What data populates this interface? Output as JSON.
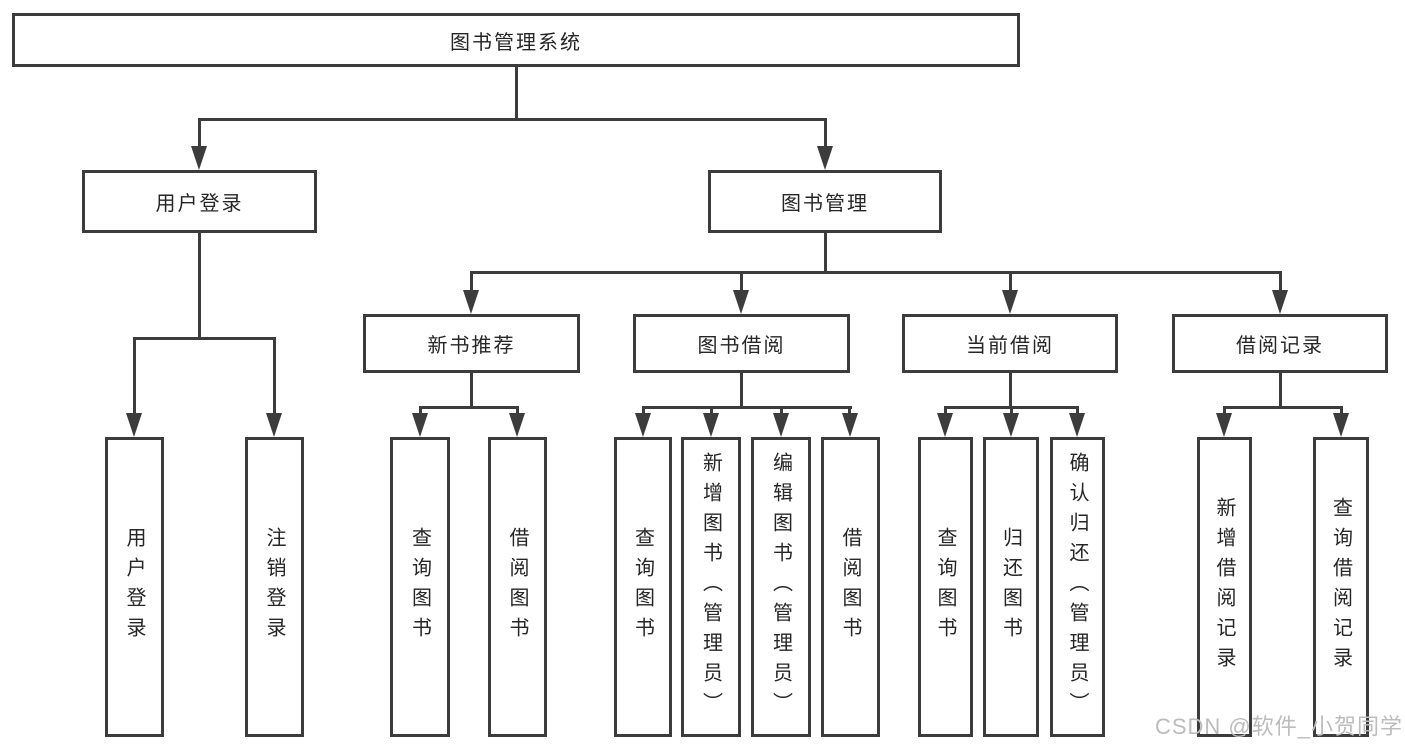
{
  "tree": {
    "label": "图书管理系统",
    "children": [
      {
        "label": "用户登录",
        "children": [
          {
            "label": "用户登录"
          },
          {
            "label": "注销登录"
          }
        ]
      },
      {
        "label": "图书管理",
        "children": [
          {
            "label": "新书推荐",
            "children": [
              {
                "label": "查询图书"
              },
              {
                "label": "借阅图书"
              }
            ]
          },
          {
            "label": "图书借阅",
            "children": [
              {
                "label": "查询图书"
              },
              {
                "label": "新增图书（管理员）"
              },
              {
                "label": "编辑图书（管理员）"
              },
              {
                "label": "借阅图书"
              }
            ]
          },
          {
            "label": "当前借阅",
            "children": [
              {
                "label": "查询图书"
              },
              {
                "label": "归还图书"
              },
              {
                "label": "确认归还（管理员）"
              }
            ]
          },
          {
            "label": "借阅记录",
            "children": [
              {
                "label": "新增借阅记录"
              },
              {
                "label": "查询借阅记录"
              }
            ]
          }
        ]
      }
    ]
  },
  "watermark": {
    "text": "CSDN @软件_小贺同学"
  },
  "colors": {
    "line": "#3c3c3c",
    "text": "#262626",
    "watermark": "#bcbcbc",
    "background": "#ffffff"
  }
}
